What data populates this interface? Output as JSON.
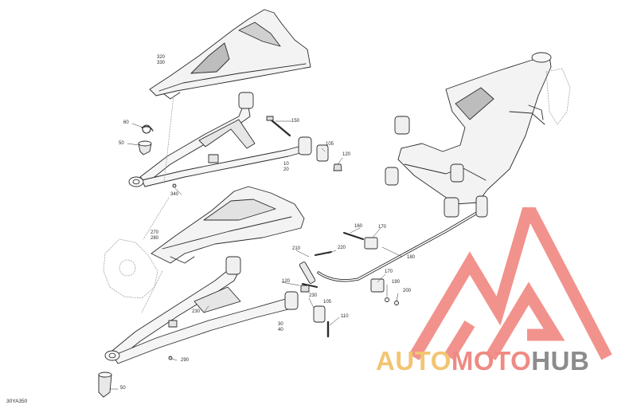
{
  "diagram": {
    "reference_code": "30YA350",
    "callouts": [
      {
        "id": "c-320",
        "lines": [
          "320",
          "330"
        ]
      },
      {
        "id": "c-60",
        "lines": [
          "60"
        ]
      },
      {
        "id": "c-50",
        "lines": [
          "50"
        ]
      },
      {
        "id": "c-150",
        "lines": [
          "150"
        ]
      },
      {
        "id": "c-105-top",
        "lines": [
          "105"
        ]
      },
      {
        "id": "c-120-top",
        "lines": [
          "120"
        ]
      },
      {
        "id": "c-10",
        "lines": [
          "10",
          "20"
        ]
      },
      {
        "id": "c-340",
        "lines": [
          "340"
        ]
      },
      {
        "id": "c-270",
        "lines": [
          "270",
          "280"
        ]
      },
      {
        "id": "c-160",
        "lines": [
          "160"
        ]
      },
      {
        "id": "c-170-top",
        "lines": [
          "170"
        ]
      },
      {
        "id": "c-210",
        "lines": [
          "210"
        ]
      },
      {
        "id": "c-220",
        "lines": [
          "220"
        ]
      },
      {
        "id": "c-180",
        "lines": [
          "180"
        ]
      },
      {
        "id": "c-170-bot",
        "lines": [
          "170"
        ]
      },
      {
        "id": "c-190",
        "lines": [
          "190"
        ]
      },
      {
        "id": "c-200",
        "lines": [
          "200"
        ]
      },
      {
        "id": "c-120-bot",
        "lines": [
          "120"
        ]
      },
      {
        "id": "c-230-r",
        "lines": [
          "230"
        ]
      },
      {
        "id": "c-105-bot",
        "lines": [
          "105"
        ]
      },
      {
        "id": "c-110",
        "lines": [
          "110"
        ]
      },
      {
        "id": "c-230-l",
        "lines": [
          "230"
        ]
      },
      {
        "id": "c-30",
        "lines": [
          "30",
          "40"
        ]
      },
      {
        "id": "c-290",
        "lines": [
          "290"
        ]
      },
      {
        "id": "c-50-bot",
        "lines": [
          "50"
        ]
      }
    ]
  },
  "watermark": {
    "parts": [
      {
        "text": "AUTO",
        "color": "#f2c572"
      },
      {
        "text": "MOTO",
        "color": "#ef8a84"
      },
      {
        "text": "HUB",
        "color": "#8c8c8c"
      }
    ],
    "logo_color": "#f07f7a"
  }
}
